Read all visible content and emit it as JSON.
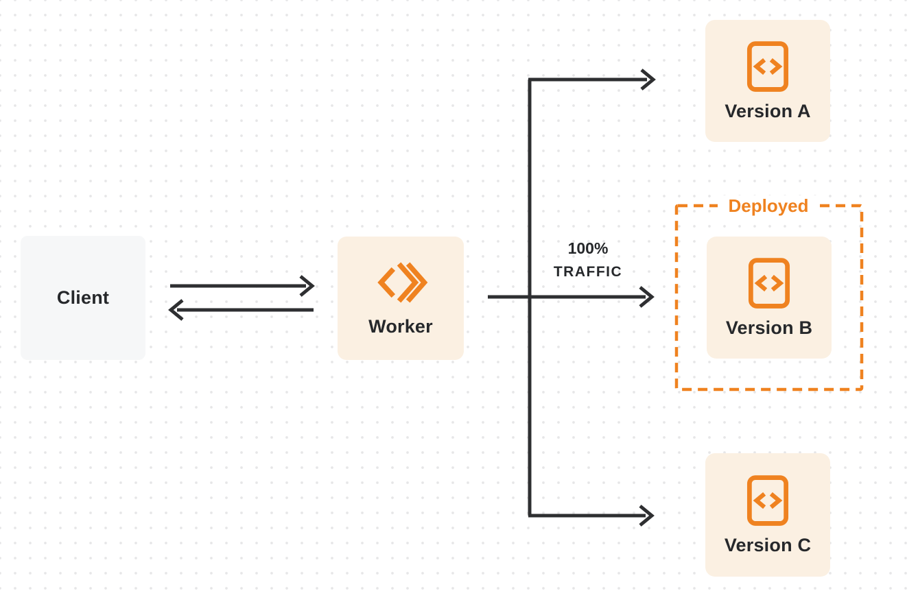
{
  "diagram": {
    "title_implicit": "Worker traffic routing between versions",
    "nodes": {
      "client": {
        "label": "Client"
      },
      "worker": {
        "label": "Worker",
        "icon": "cloudflare-workers-icon"
      }
    },
    "versions": [
      {
        "label": "Version A",
        "icon": "code-file-icon"
      },
      {
        "label": "Version B",
        "icon": "code-file-icon"
      },
      {
        "label": "Version C",
        "icon": "code-file-icon"
      }
    ],
    "deployed": {
      "label": "Deployed"
    },
    "traffic": {
      "line1": "100%",
      "line2": "TRAFFIC"
    },
    "colors": {
      "accent_orange": "#ef8220",
      "node_cream": "#fbf0e2",
      "client_gray": "#f6f7f8",
      "line_dark": "#2e2f31",
      "text_dark": "#26282b",
      "dot_grid": "#e6e6e7"
    }
  }
}
